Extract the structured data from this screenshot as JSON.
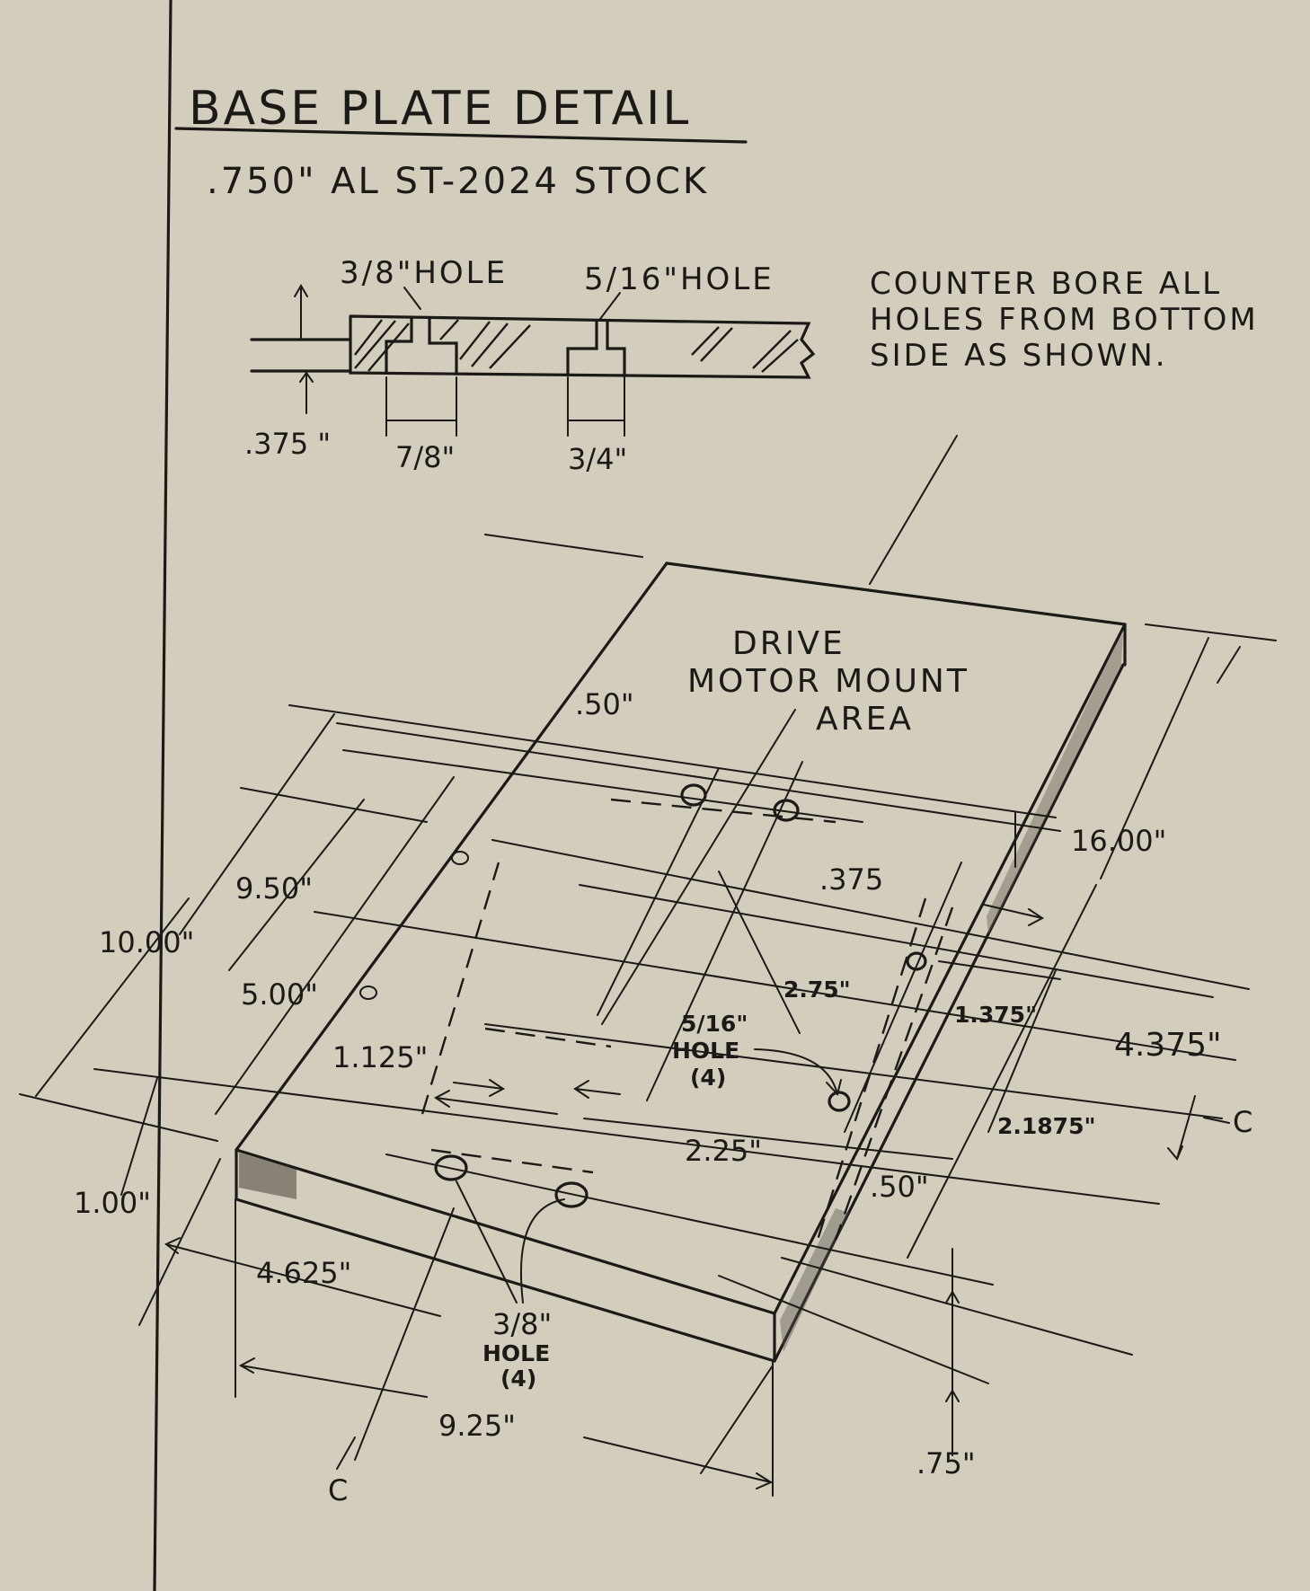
{
  "title": "BASE PLATE DETAIL",
  "material": ".750\" AL ST-2024 STOCK",
  "section": {
    "hole_a_label": "3/8\"HOLE",
    "hole_b_label": "5/16\"HOLE",
    "thickness": ".375 \"",
    "bore_a": "7/8\"",
    "bore_b": "3/4\""
  },
  "note": [
    "COUNTER BORE ALL",
    "HOLES FROM BOTTOM",
    "SIDE AS SHOWN."
  ],
  "area_label": [
    "DRIVE",
    "MOTOR MOUNT",
    "AREA"
  ],
  "dimensions": {
    "d_50_top": ".50\"",
    "d_16": "16.00\"",
    "d_375": ".375",
    "d_950": "9.50\"",
    "d_1000": "10.00\"",
    "d_275": "2.75\"",
    "d_1375": "1.375\"",
    "d_4375": "4.375\"",
    "d_500": "5.00\"",
    "d_1125": "1.125\"",
    "d_21875": "2.1875\"",
    "d_225": "2.25\"",
    "d_100": "1.00\"",
    "d_50_bottom": ".50\"",
    "d_4625": "4.625\"",
    "d_925": "9.25\"",
    "d_75": ".75\""
  },
  "hole_516": [
    "5/16\"",
    "HOLE",
    "(4)"
  ],
  "hole_38": [
    "3/8\"",
    "HOLE",
    "(4)"
  ],
  "centerline_1": "C",
  "centerline_2": "C"
}
